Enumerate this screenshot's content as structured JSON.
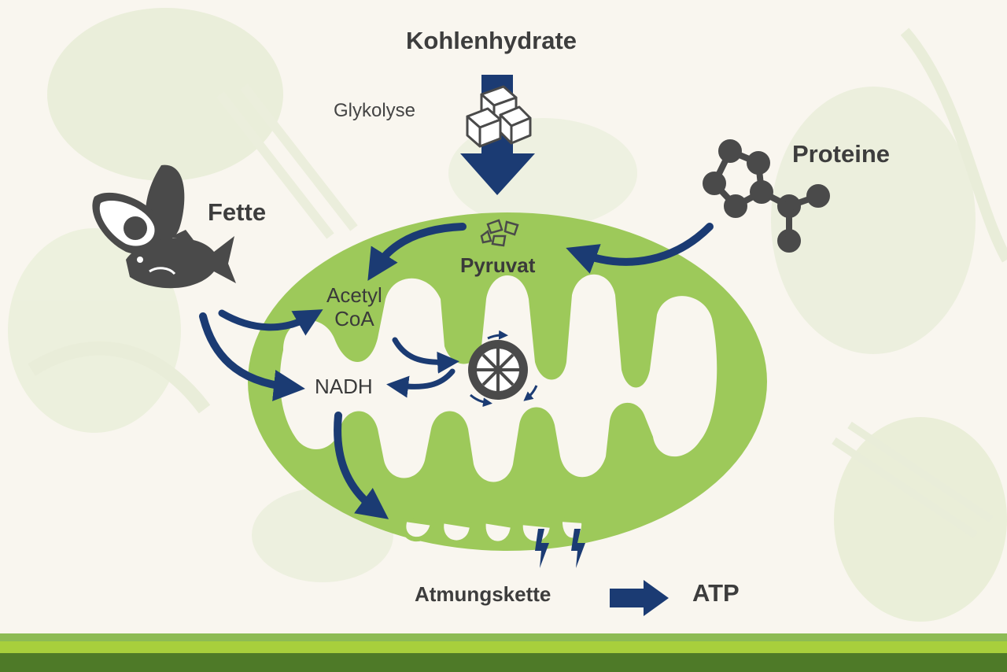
{
  "labels": {
    "kohlenhydrate": "Kohlenhydrate",
    "glykolyse": "Glykolyse",
    "proteine": "Proteine",
    "fette": "Fette",
    "pyruvat": "Pyruvat",
    "acetyl": "Acetyl",
    "coa": "CoA",
    "nadh": "NADH",
    "atmungskette": "Atmungskette",
    "atp": "ATP"
  },
  "colors": {
    "background": "#f9f6ef",
    "mitochondrion": "#9dc95a",
    "arrow": "#1b3b73",
    "icon": "#4a4a4a",
    "stripe_light": "#a8cf5c",
    "stripe_dark": "#4e7a28"
  },
  "icons": [
    "sugar-cubes-icon",
    "amino-acid-molecule-icon",
    "avocado-icon",
    "fish-icon",
    "lemon-slice-icon",
    "lightning-icon"
  ]
}
